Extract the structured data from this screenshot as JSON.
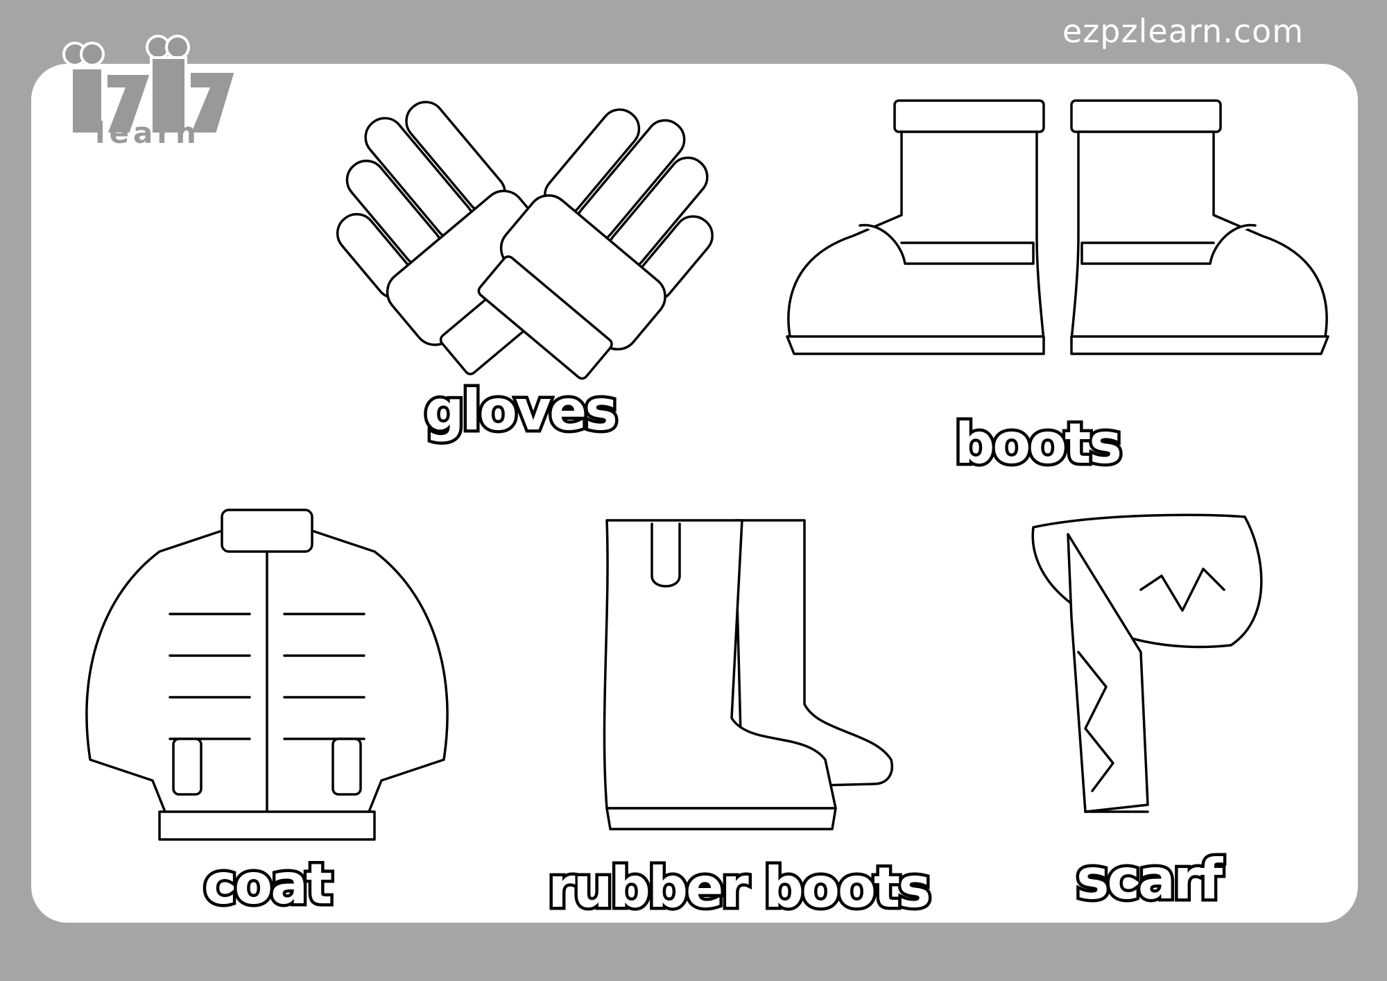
{
  "header": {
    "website": "ezpzlearn.com",
    "logo_text": "EZPZ learn"
  },
  "worksheet": {
    "items": [
      {
        "label": "gloves",
        "icon": "gloves-icon"
      },
      {
        "label": "boots",
        "icon": "boots-icon"
      },
      {
        "label": "coat",
        "icon": "coat-icon"
      },
      {
        "label": "rubber boots",
        "icon": "rubber-boots-icon"
      },
      {
        "label": "scarf",
        "icon": "scarf-icon"
      }
    ]
  },
  "colors": {
    "background": "#a5a5a5",
    "card": "#ffffff",
    "outline": "#000000"
  }
}
